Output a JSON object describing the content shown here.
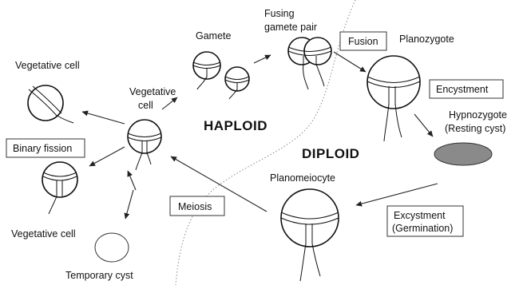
{
  "labels": {
    "gamete": "Gamete",
    "fusing_gamete_pair_line1": "Fusing",
    "fusing_gamete_pair_line2": "gamete pair",
    "fusion": "Fusion",
    "planozygote": "Planozygote",
    "encystment": "Encystment",
    "hypnozygote_line1": "Hypnozygote",
    "hypnozygote_line2": "(Resting cyst)",
    "vegetative_cell_top": "Vegetative cell",
    "vegetative_cell_center_line1": "Vegetative",
    "vegetative_cell_center_line2": "cell",
    "binary_fission": "Binary fission",
    "vegetative_cell_bottom": "Vegetative cell",
    "temporary_cyst": "Temporary cyst",
    "meiosis": "Meiosis",
    "planomeiocyte": "Planomeiocyte",
    "excystment_line1": "Excystment",
    "excystment_line2": "(Germination)",
    "haploid": "HAPLOID",
    "diploid": "DIPLOID"
  },
  "colors": {
    "resting_cyst_fill": "#8a8a8a",
    "ink": "#111111",
    "divider": "#888888"
  }
}
